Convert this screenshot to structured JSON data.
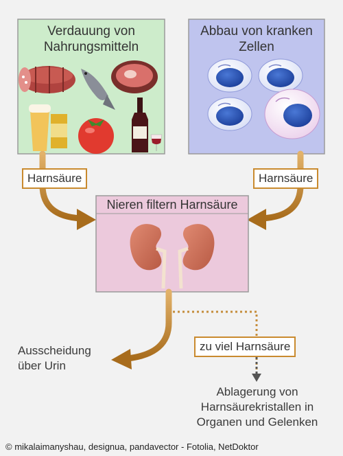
{
  "food_box": {
    "title": "Verdauung von Nahrungsmitteln"
  },
  "cells_box": {
    "title": "Abbau von kranken Zellen"
  },
  "left_tag": "Harnsäure",
  "right_tag": "Harnsäure",
  "kidney_box": {
    "title": "Nieren filtern Harnsäure"
  },
  "excretion_text": "Ausscheidung über Urin",
  "excess_tag": "zu viel Harnsäure",
  "deposit_text": "Ablagerung von Harnsäurekristallen in Organen und Gelenken",
  "credit": "© mikalaimanyshau, designua, pandavector - Fotolia, NetDoktor",
  "colors": {
    "food_box_fill": "#cdeccb",
    "cells_box_fill": "#bfc4ee",
    "kidney_box_fill": "#ecc9dc",
    "arrow": "#b97d24",
    "box_border": "#9a9a9a"
  },
  "icons": [
    "sausage-icon",
    "fish-icon",
    "steak-icon",
    "beer-icon",
    "tomato-icon",
    "wine-bottle-icon",
    "cell-icon",
    "kidney-icon"
  ]
}
